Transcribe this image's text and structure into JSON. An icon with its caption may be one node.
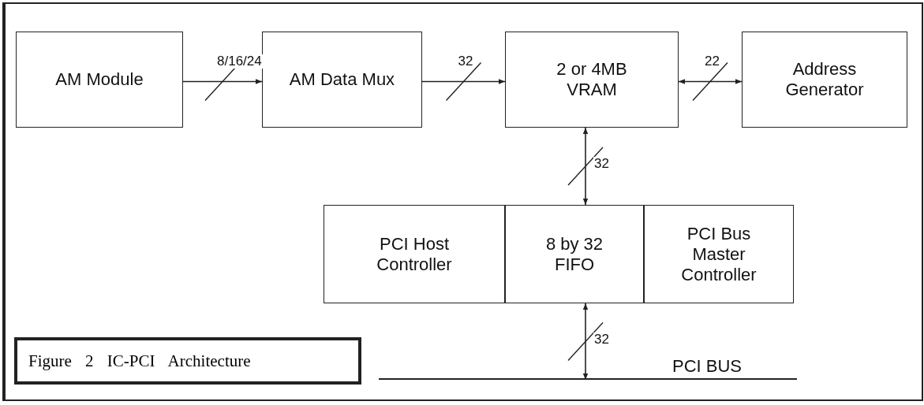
{
  "diagram": {
    "caption": "Figure 2 IC-PCI Architecture",
    "nodes": [
      {
        "text": [
          "AM Module"
        ]
      },
      {
        "text": [
          "AM Data Mux"
        ]
      },
      {
        "text": [
          "2 or 4MB VRAM"
        ]
      },
      {
        "text": [
          "Address Generator"
        ]
      },
      {
        "text": [
          "PCI Host Controller"
        ]
      },
      {
        "text": [
          "8 by 32 FIFO"
        ]
      },
      {
        "text": [
          "PCI Bus Master Controller"
        ]
      },
      {
        "text": [
          "PCI BUS"
        ]
      }
    ],
    "edges": [
      {
        "from": 0,
        "to": 1,
        "arrow": "to",
        "label": "8/16/24"
      },
      {
        "from": 1,
        "to": 2,
        "arrow": "to",
        "label": "32"
      },
      {
        "from": 2,
        "to": 3,
        "arrow": "both",
        "label": "22"
      },
      {
        "from": 2,
        "to": 5,
        "arrow": "both",
        "label": "32"
      },
      {
        "from": 5,
        "to": 7,
        "arrow": "both",
        "label": "32"
      }
    ]
  }
}
